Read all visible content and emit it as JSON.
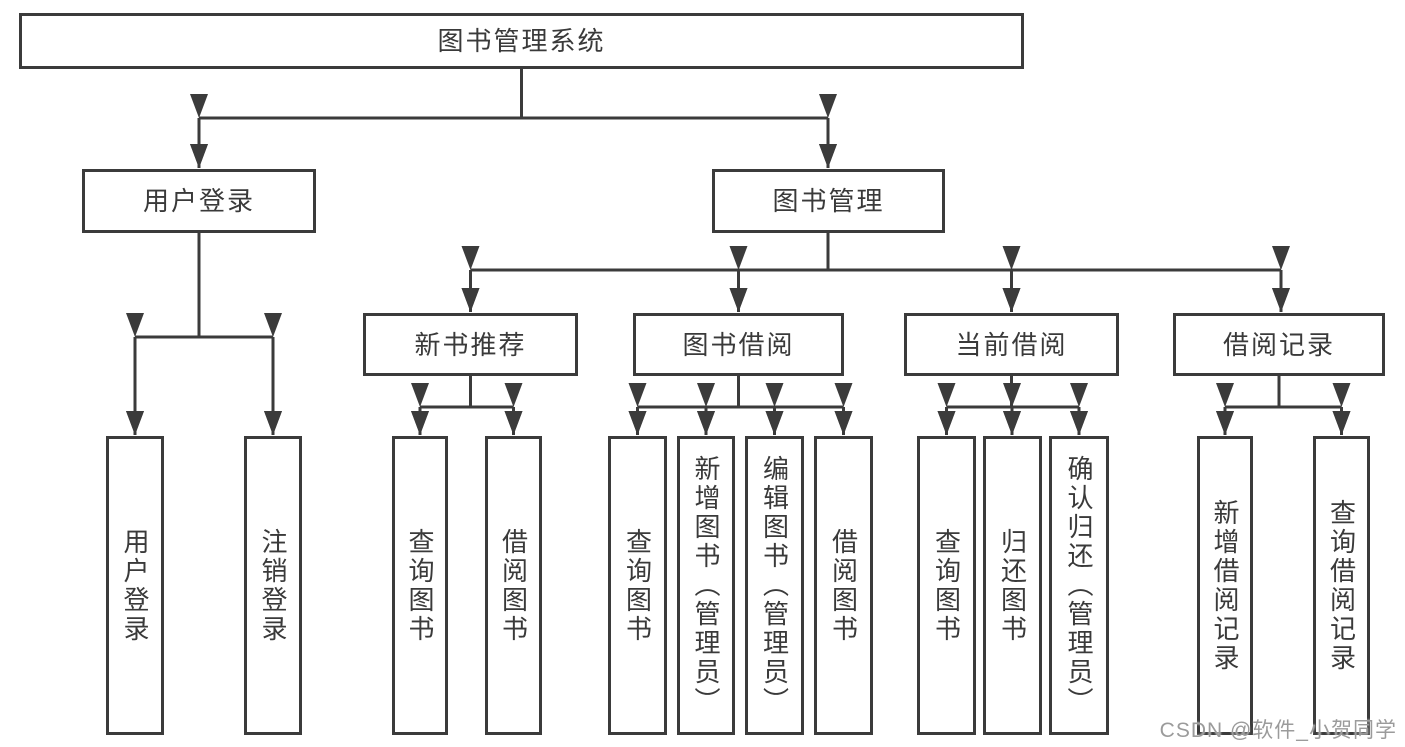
{
  "diagram_type": "hierarchy-chart",
  "colors": {
    "line": "#3b3b3b",
    "text": "#3a3a3a",
    "watermark": "#9b9b9b",
    "background": "#ffffff"
  },
  "tree": {
    "label": "图书管理系统",
    "children": [
      {
        "label": "用户登录",
        "children": [
          {
            "label": "用户登录"
          },
          {
            "label": "注销登录"
          }
        ]
      },
      {
        "label": "图书管理",
        "children": [
          {
            "label": "新书推荐",
            "children": [
              {
                "label": "查询图书"
              },
              {
                "label": "借阅图书"
              }
            ]
          },
          {
            "label": "图书借阅",
            "children": [
              {
                "label": "查询图书"
              },
              {
                "label": "新增图书（管理员）"
              },
              {
                "label": "编辑图书（管理员）"
              },
              {
                "label": "借阅图书"
              }
            ]
          },
          {
            "label": "当前借阅",
            "children": [
              {
                "label": "查询图书"
              },
              {
                "label": "归还图书"
              },
              {
                "label": "确认归还（管理员）"
              }
            ]
          },
          {
            "label": "借阅记录",
            "children": [
              {
                "label": "新增借阅记录"
              },
              {
                "label": "查询借阅记录"
              }
            ]
          }
        ]
      }
    ]
  },
  "watermark": {
    "text": "CSDN @软件_小贺同学"
  }
}
